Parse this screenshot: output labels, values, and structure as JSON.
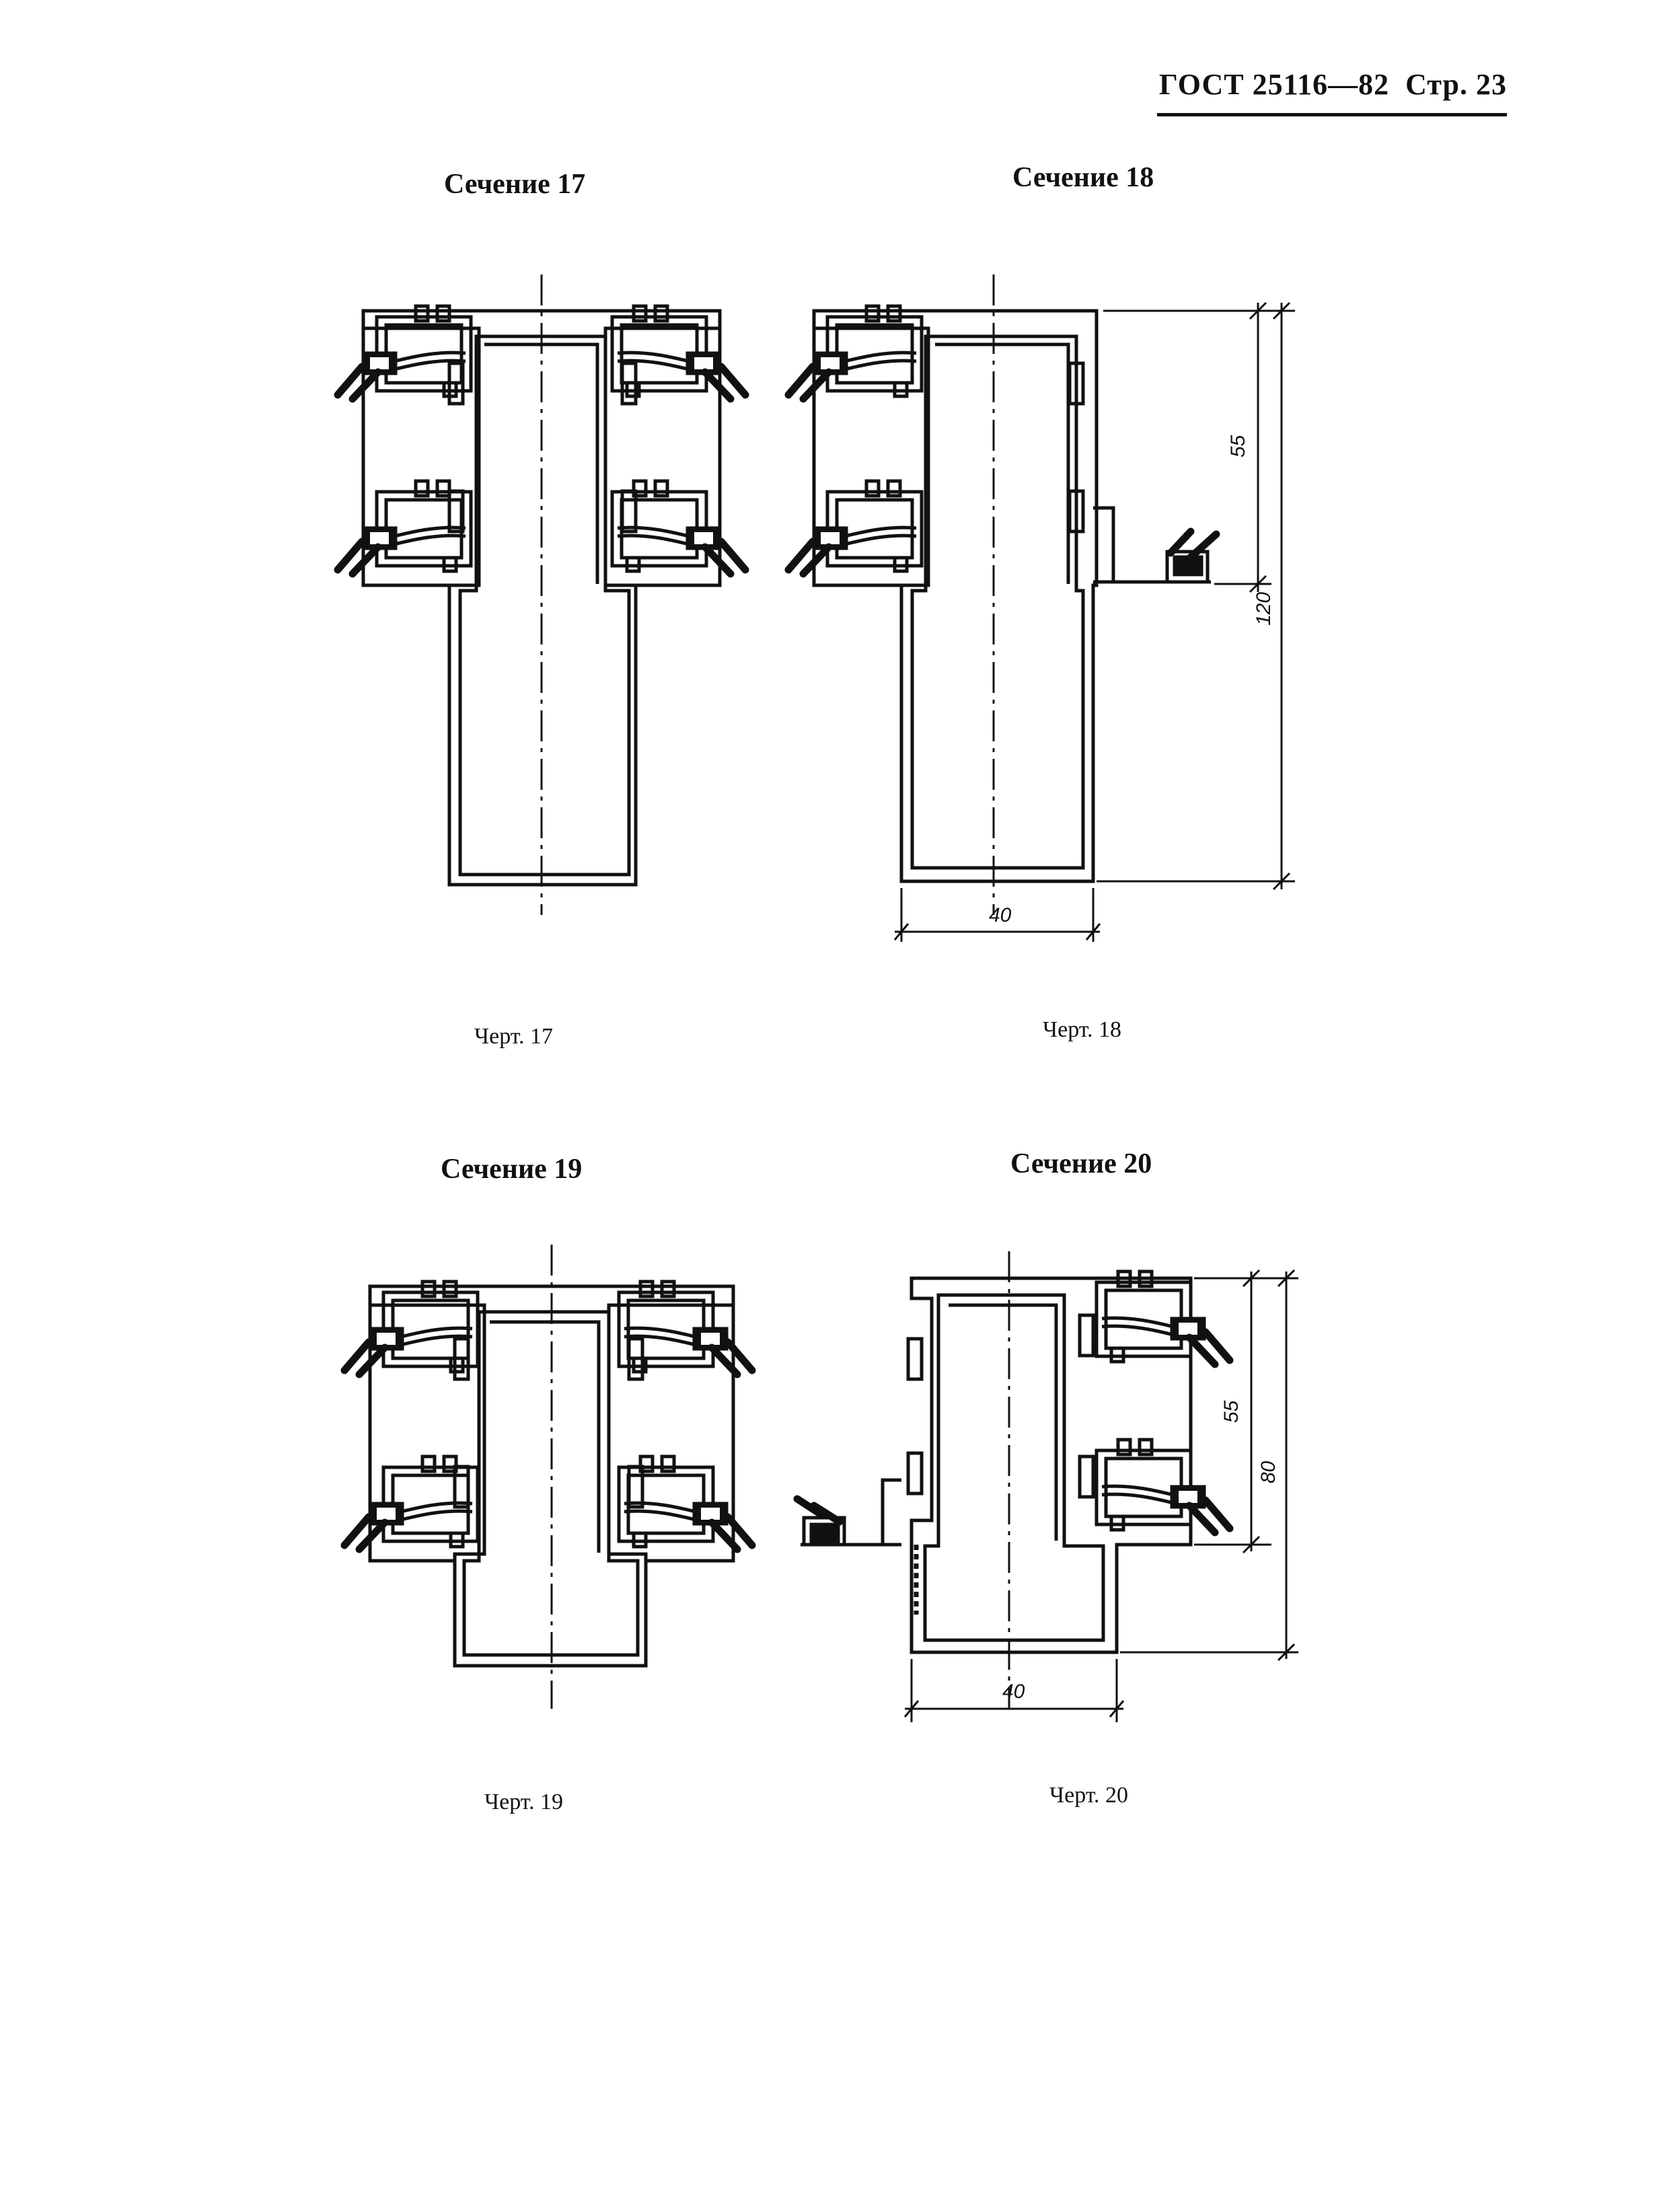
{
  "header": {
    "standard": "ГОСТ 25116—82",
    "page_label": "Стр. 23"
  },
  "sections": [
    {
      "caption": "Сечение 17",
      "figure": "Черт. 17"
    },
    {
      "caption": "Сечение 18",
      "figure": "Черт. 18",
      "dims": {
        "width": "40",
        "upper": "55",
        "total": "120"
      }
    },
    {
      "caption": "Сечение 19",
      "figure": "Черт. 19"
    },
    {
      "caption": "Сечение 20",
      "figure": "Черт. 20",
      "dims": {
        "width": "40",
        "upper": "55",
        "total": "80"
      }
    }
  ]
}
